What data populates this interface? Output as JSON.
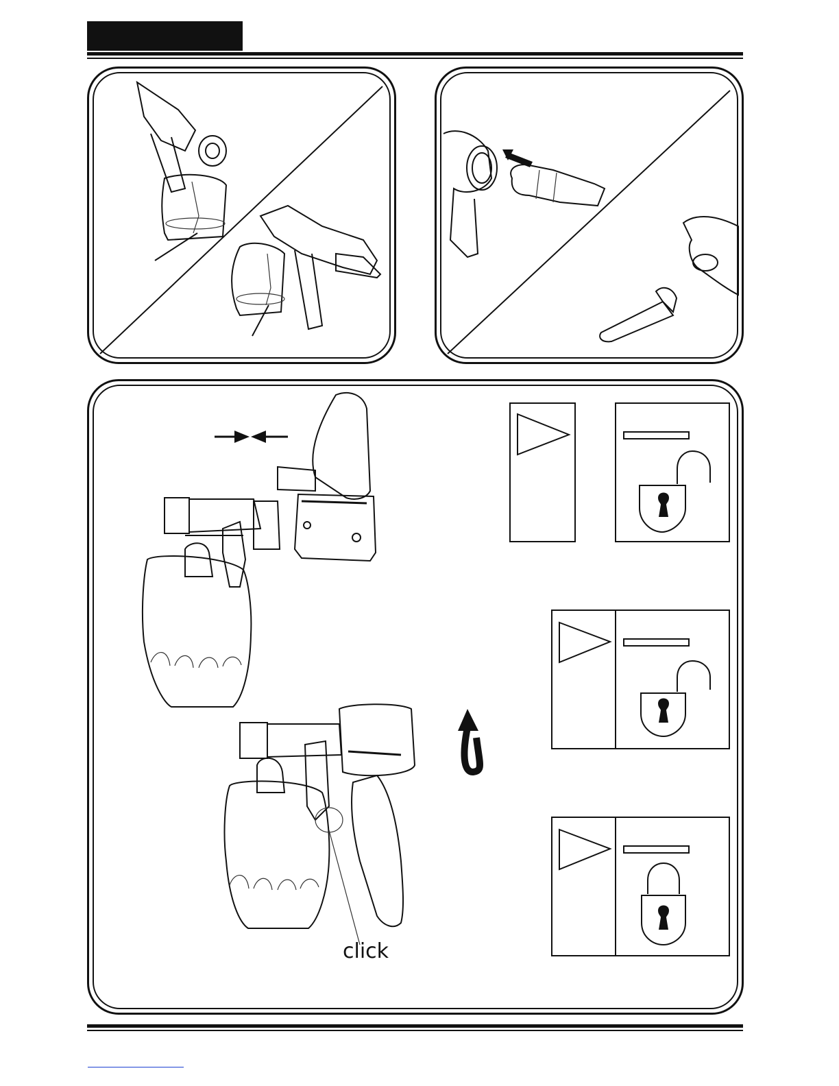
{
  "page": {
    "header_tab_text": "",
    "step_label": "click",
    "footer_link_text": ""
  },
  "figures": {
    "panel_a": {
      "content": "spray-gun-with-container-illustration"
    },
    "panel_b": {
      "content": "nozzle-insertion-illustration"
    },
    "panel_c": {
      "content": "attachment-and-lock-illustration"
    }
  },
  "indicators": [
    {
      "state": "arrow",
      "lock": "none"
    },
    {
      "state": "arrow-bar",
      "lock": "open"
    },
    {
      "state": "arrow-bar",
      "lock": "open"
    },
    {
      "state": "arrow-bar",
      "lock": "closed"
    }
  ],
  "colors": {
    "ink": "#111111",
    "link": "#1a3fd1",
    "background": "#ffffff"
  }
}
